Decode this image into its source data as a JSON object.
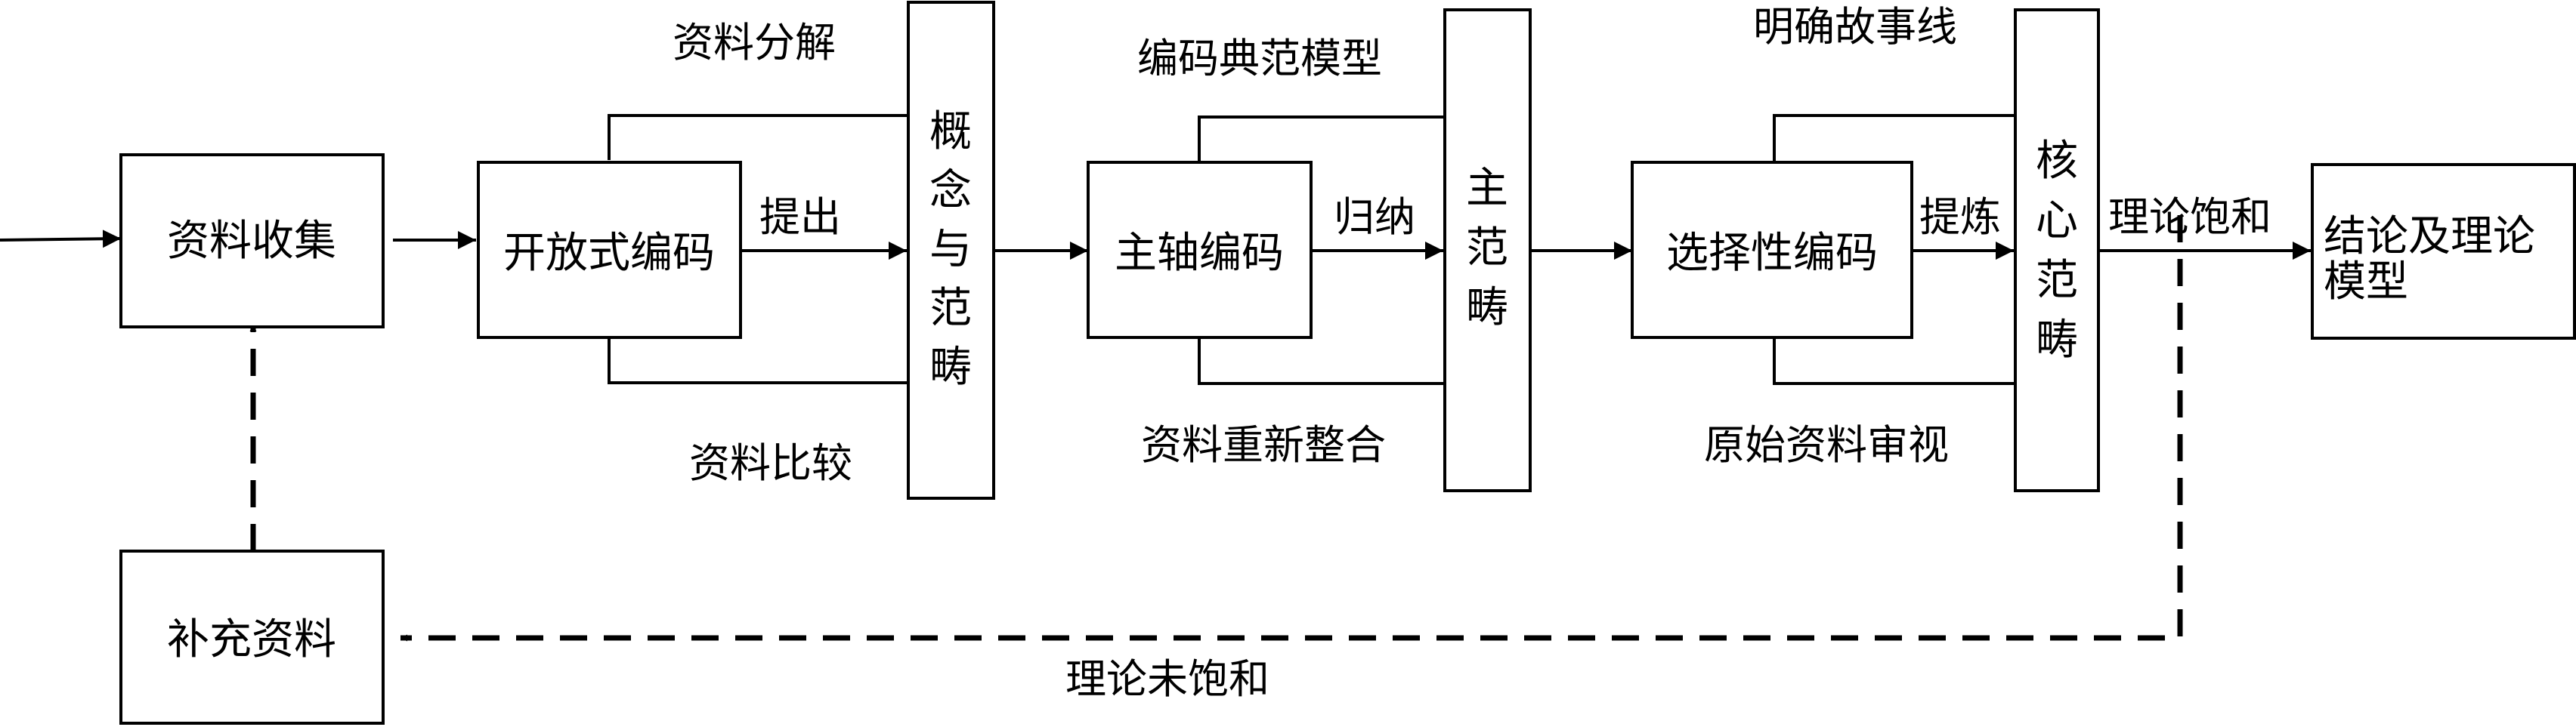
{
  "nodes": {
    "collect": "资料收集",
    "supplement": "补充资料",
    "open_coding": "开放式编码",
    "concepts": [
      "概",
      "念",
      "与",
      "范",
      "畴"
    ],
    "axial_coding": "主轴编码",
    "main_category": [
      "主",
      "范",
      "畴"
    ],
    "selective_coding": "选择性编码",
    "core_category": [
      "核",
      "心",
      "范",
      "畴"
    ],
    "conclusion": [
      "结论及理论",
      "模型"
    ]
  },
  "labels": {
    "decompose": "资料分解",
    "compare": "资料比较",
    "propose": "提出",
    "paradigm": "编码典范模型",
    "reintegrate": "资料重新整合",
    "induce": "归纳",
    "storyline": "明确故事线",
    "review": "原始资料审视",
    "refine": "提炼",
    "saturated": "理论饱和",
    "unsaturated": "理论未饱和"
  }
}
